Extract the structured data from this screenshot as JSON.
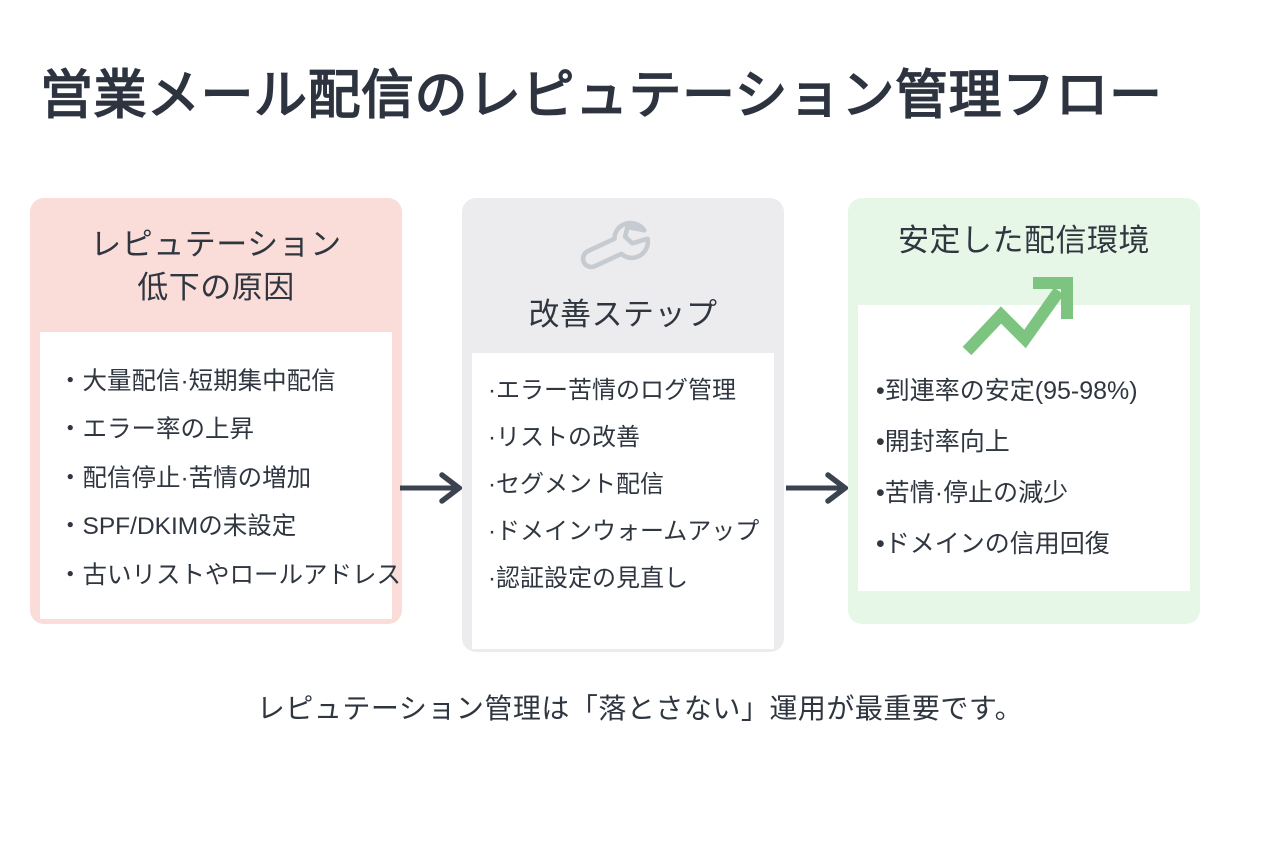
{
  "page": {
    "title": "営業メール配信のレピュテーション管理フロー",
    "caption": "レピュテーション管理は「落とさない」運用が最重要です。",
    "background": "#ffffff"
  },
  "colors": {
    "card_causes_bg": "#fadcd8",
    "card_steps_bg": "#ececee",
    "card_outcome_bg": "#e6f6e7",
    "panel_bg": "#ffffff",
    "text": "#2f3640",
    "arrow": "#3b4250",
    "wrench_icon": "#c5cbd0",
    "trend_icon": "#7cc47f"
  },
  "cards": [
    {
      "id": "causes",
      "heading": "レピュテーション\n低下の原因",
      "heading_lines": [
        "レピュテーション",
        "低下の原因"
      ],
      "icon": null,
      "bullet": "・",
      "items": [
        "・大量配信·短期集中配信",
        "・エラー率の上昇",
        "・配信停止·苦情の増加",
        "・SPF/DKIMの未設定",
        "・古いリストやロールアドレス"
      ]
    },
    {
      "id": "steps",
      "heading": "改善ステップ",
      "heading_lines": [
        "改善ステップ"
      ],
      "icon": "wrench-icon",
      "bullet": "·",
      "items": [
        "·エラー苦情のログ管理",
        "·リストの改善",
        "·セグメント配信",
        "·ドメインウォームアップ",
        "·認証設定の見直し"
      ]
    },
    {
      "id": "outcome",
      "heading": "安定した配信環境",
      "heading_lines": [
        "安定した配信環境"
      ],
      "icon": "trending-up-icon",
      "bullet": "•",
      "items": [
        "•到連率の安定(95-98%)",
        "•開封率向上",
        "•苦情·停止の減少",
        "•ドメインの信用回復"
      ]
    }
  ],
  "arrows": [
    {
      "id": "arrow-1",
      "name": "arrow-right-icon",
      "from": "causes",
      "to": "steps"
    },
    {
      "id": "arrow-2",
      "name": "arrow-right-icon",
      "from": "steps",
      "to": "outcome"
    }
  ]
}
